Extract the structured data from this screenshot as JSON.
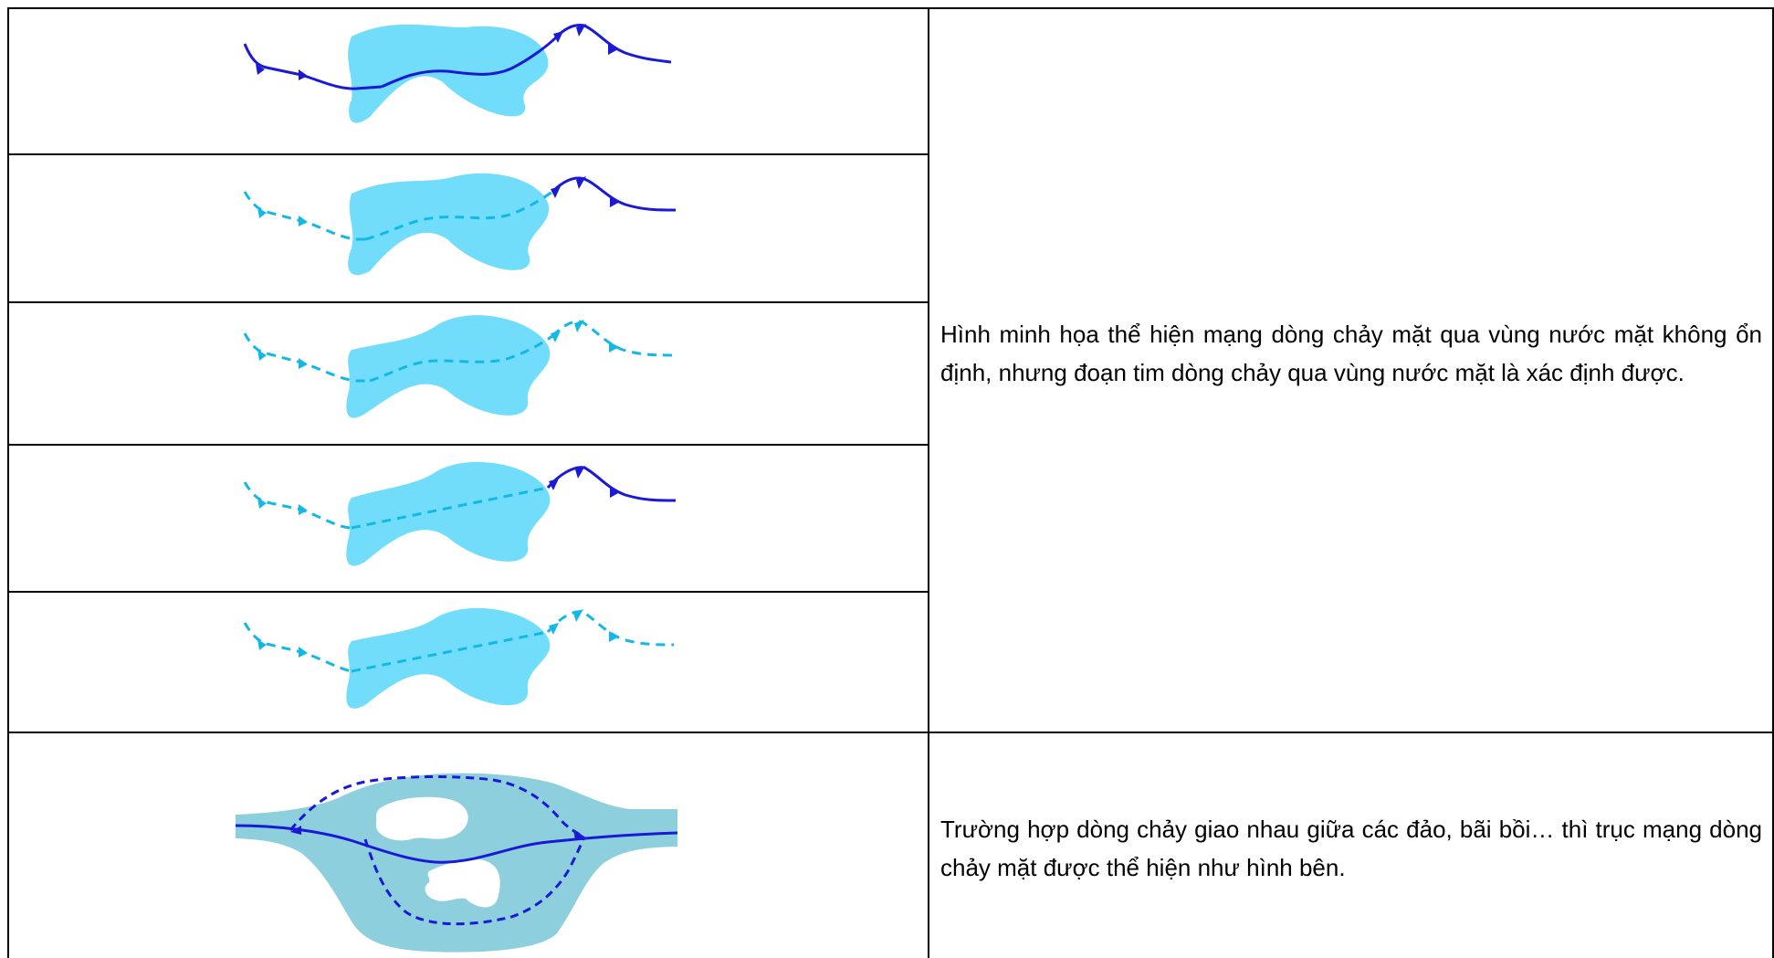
{
  "rows": [
    {
      "description": "Hình minh họa thể hiện mạng dòng chảy mặt qua vùng nước mặt không ổn định, nhưng đoạn tim dòng chảy qua vùng nước mặt là xác định được.",
      "figures": [
        {
          "upstream": "solid",
          "through_lake": "solid-curve",
          "downstream": "solid"
        },
        {
          "upstream": "dashed",
          "through_lake": "dashed-curve",
          "downstream": "solid"
        },
        {
          "upstream": "dashed",
          "through_lake": "dashed-curve",
          "downstream": "dashed"
        },
        {
          "upstream": "dashed",
          "through_lake": "dashed-straight",
          "downstream": "solid"
        },
        {
          "upstream": "dashed",
          "through_lake": "dashed-straight",
          "downstream": "dashed"
        }
      ]
    },
    {
      "description": "Trường hợp dòng chảy giao nhau giữa các đảo, bãi bồi… thì trục mạng dòng chảy mặt được thể hiện như hình bên."
    }
  ],
  "colors": {
    "lake": "#72DDFB",
    "river_band": "#8ECFDE",
    "solid_line": "#1A1AD6",
    "dashed_line": "#12B8E6",
    "dashed_dark": "#1A1AD6",
    "border": "#000000"
  }
}
